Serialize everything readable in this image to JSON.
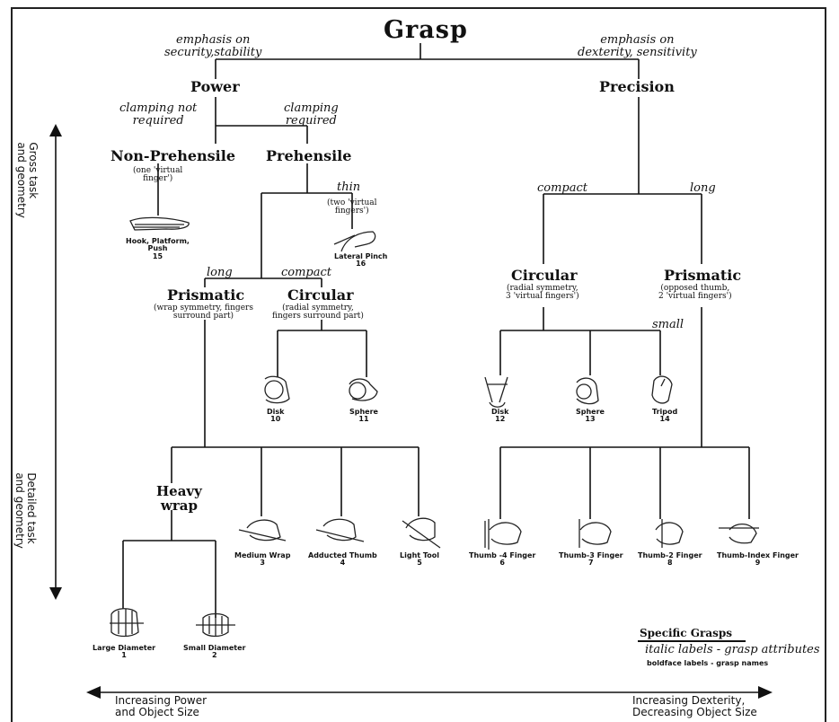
{
  "title": "Grasp",
  "attributes": {
    "security": "emphasis on\nsecurity,stability",
    "dexterity": "emphasis on\ndexterity, sensitivity",
    "clamp_not_required": "clamping not\nrequired",
    "clamp_required": "clamping\nrequired",
    "thin": "thin",
    "long_left": "long",
    "compact_left": "compact",
    "compact_right": "compact",
    "long_right": "long",
    "small": "small"
  },
  "categories": {
    "power": "Power",
    "precision": "Precision",
    "non_prehensile": "Non-Prehensile",
    "non_prehensile_note": "(one 'virtual\nfinger')",
    "prehensile": "Prehensile",
    "prehensile_note": "(two 'virtual\nfingers')",
    "prismatic_left": "Prismatic",
    "prismatic_left_note": "(wrap symmetry, fingers\nsurround part)",
    "circular_left": "Circular",
    "circular_left_note": "(radial symmetry,\nfingers surround part)",
    "circular_right": "Circular",
    "circular_right_note": "(radial symmetry,\n3 'virtual fingers')",
    "prismatic_right": "Prismatic",
    "prismatic_right_note": "(opposed thumb,\n2 'virtual fingers')",
    "heavy_wrap": "Heavy\nwrap"
  },
  "grasps": [
    {
      "id": "g15",
      "label": "Hook, Platform,\nPush\n15"
    },
    {
      "id": "g16",
      "label": "Lateral Pinch\n16"
    },
    {
      "id": "g10",
      "label": "Disk\n10"
    },
    {
      "id": "g11",
      "label": "Sphere\n11"
    },
    {
      "id": "g12",
      "label": "Disk\n12"
    },
    {
      "id": "g13",
      "label": "Sphere\n13"
    },
    {
      "id": "g14",
      "label": "Tripod\n14"
    },
    {
      "id": "g3",
      "label": "Medium Wrap\n3"
    },
    {
      "id": "g4",
      "label": "Adducted Thumb\n4"
    },
    {
      "id": "g5",
      "label": "Light Tool\n5"
    },
    {
      "id": "g6",
      "label": "Thumb -4 Finger\n6"
    },
    {
      "id": "g7",
      "label": "Thumb-3 Finger\n7"
    },
    {
      "id": "g8",
      "label": "Thumb-2 Finger\n8"
    },
    {
      "id": "g9",
      "label": "Thumb-Index Finger\n9"
    },
    {
      "id": "g1",
      "label": "Large Diameter\n1"
    },
    {
      "id": "g2",
      "label": "Small Diameter\n2"
    }
  ],
  "axes": {
    "gross": "Gross task\nand geometry",
    "detailed": "Detailed task\nand geometry",
    "power_size": "Increasing Power\nand Object Size",
    "dexterity_size": "Increasing Dexterity,\nDecreasing Object Size"
  },
  "legend": {
    "heading": "Specific Grasps",
    "italic_line": "italic labels - grasp attributes",
    "bold_line": "boldface labels - grasp names"
  }
}
